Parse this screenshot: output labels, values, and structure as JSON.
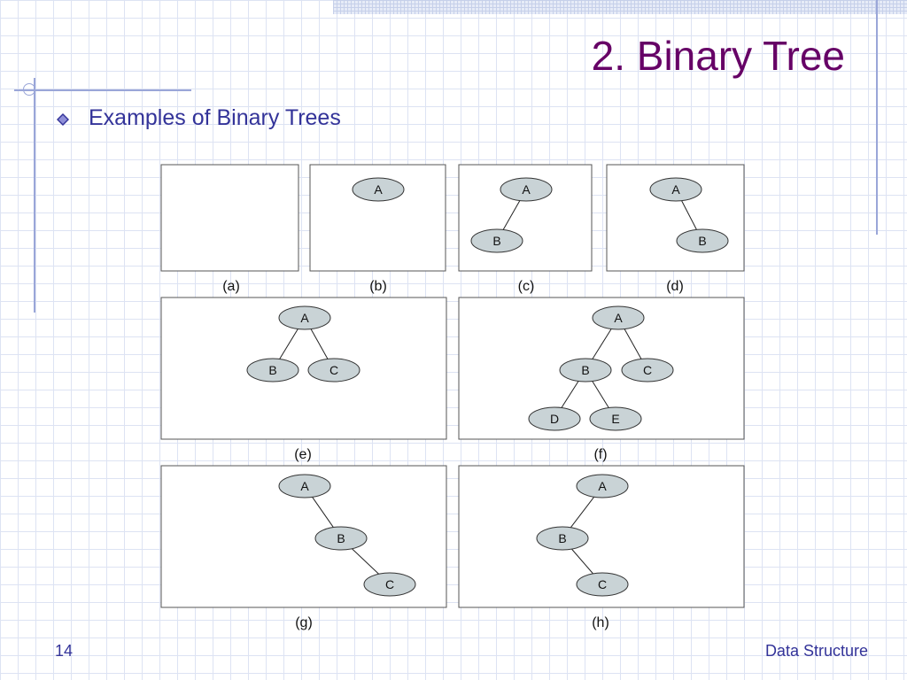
{
  "slide": {
    "title": "2. Binary Tree",
    "bullet": "Examples of Binary Trees",
    "page_number": "14",
    "footer": "Data Structure"
  },
  "colors": {
    "title": "#660066",
    "text": "#333399",
    "accent_line": "#9aa6d8",
    "node_fill": "#c9d3d6",
    "node_stroke": "#333333"
  },
  "diagram": {
    "panels": [
      {
        "caption": "(a)",
        "nodes": [],
        "edges": []
      },
      {
        "caption": "(b)",
        "nodes": [
          {
            "id": "A",
            "label": "A"
          }
        ],
        "edges": []
      },
      {
        "caption": "(c)",
        "nodes": [
          {
            "id": "A",
            "label": "A"
          },
          {
            "id": "B",
            "label": "B"
          }
        ],
        "edges": [
          [
            "A",
            "B"
          ]
        ]
      },
      {
        "caption": "(d)",
        "nodes": [
          {
            "id": "A",
            "label": "A"
          },
          {
            "id": "B",
            "label": "B"
          }
        ],
        "edges": [
          [
            "A",
            "B"
          ]
        ]
      },
      {
        "caption": "(e)",
        "nodes": [
          {
            "id": "A",
            "label": "A"
          },
          {
            "id": "B",
            "label": "B"
          },
          {
            "id": "C",
            "label": "C"
          }
        ],
        "edges": [
          [
            "A",
            "B"
          ],
          [
            "A",
            "C"
          ]
        ]
      },
      {
        "caption": "(f)",
        "nodes": [
          {
            "id": "A",
            "label": "A"
          },
          {
            "id": "B",
            "label": "B"
          },
          {
            "id": "C",
            "label": "C"
          },
          {
            "id": "D",
            "label": "D"
          },
          {
            "id": "E",
            "label": "E"
          }
        ],
        "edges": [
          [
            "A",
            "B"
          ],
          [
            "A",
            "C"
          ],
          [
            "B",
            "D"
          ],
          [
            "B",
            "E"
          ]
        ]
      },
      {
        "caption": "(g)",
        "nodes": [
          {
            "id": "A",
            "label": "A"
          },
          {
            "id": "B",
            "label": "B"
          },
          {
            "id": "C",
            "label": "C"
          }
        ],
        "edges": [
          [
            "A",
            "B"
          ],
          [
            "B",
            "C"
          ]
        ]
      },
      {
        "caption": "(h)",
        "nodes": [
          {
            "id": "A",
            "label": "A"
          },
          {
            "id": "B",
            "label": "B"
          },
          {
            "id": "C",
            "label": "C"
          }
        ],
        "edges": [
          [
            "A",
            "B"
          ],
          [
            "B",
            "C"
          ]
        ]
      }
    ]
  }
}
